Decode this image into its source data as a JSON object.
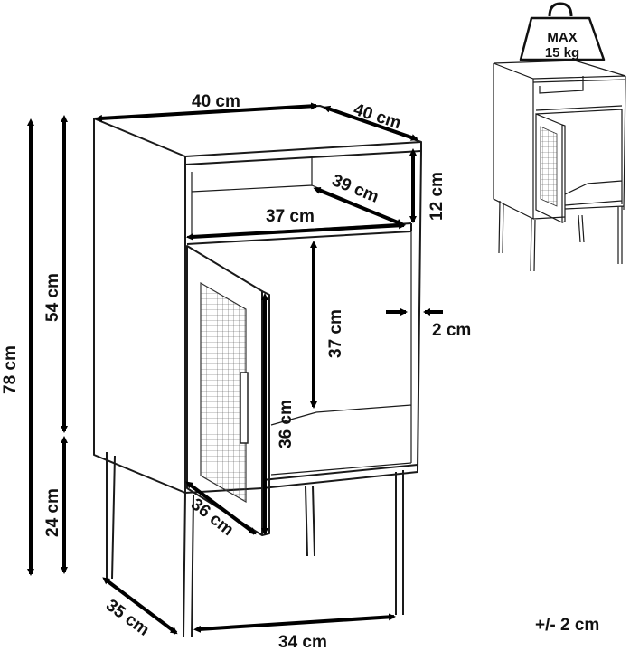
{
  "dimensions": {
    "top_width": "40 cm",
    "top_depth": "40 cm",
    "total_height": "78 cm",
    "body_height": "54 cm",
    "leg_height": "24 cm",
    "open_shelf_height": "12 cm",
    "shelf_depth": "39 cm",
    "inner_width": "37 cm",
    "cabinet_inner_height": "37 cm",
    "panel_thickness": "2 cm",
    "door_height": "36 cm",
    "door_width": "36 cm",
    "leg_depth": "35 cm",
    "leg_width": "34 cm"
  },
  "weight_label": {
    "line1": "MAX",
    "line2": "15 kg"
  },
  "tolerance": "+/- 2 cm"
}
